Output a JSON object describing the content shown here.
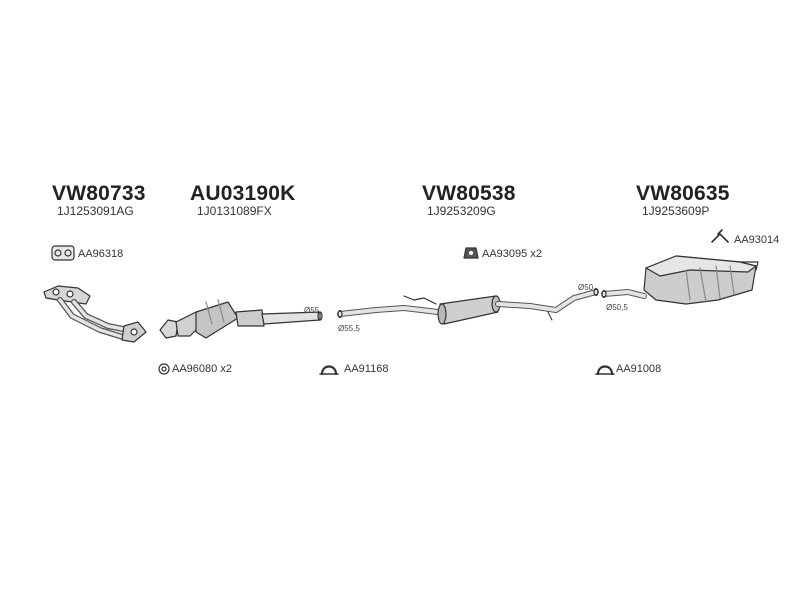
{
  "sections": [
    {
      "part": "VW80733",
      "oem": "1J1253091AG"
    },
    {
      "part": "AU03190K",
      "oem": "1J0131089FX"
    },
    {
      "part": "VW80538",
      "oem": "1J9253209G"
    },
    {
      "part": "VW80635",
      "oem": "1J9253609P"
    }
  ],
  "accessories": {
    "gasket_manifold": "AA96318",
    "ring_clamp": "AA96080 x2",
    "mount_rubber_1": "AA91168",
    "rubber_hanger": "AA93095 x2",
    "mount_rubber_2": "AA91008",
    "bracket": "AA93014"
  },
  "dimensions": {
    "cat_outlet": "Ø55",
    "pipe_inlet": "Ø55,5",
    "mid_outlet": "Ø50",
    "rear_inlet": "Ø50,5"
  }
}
